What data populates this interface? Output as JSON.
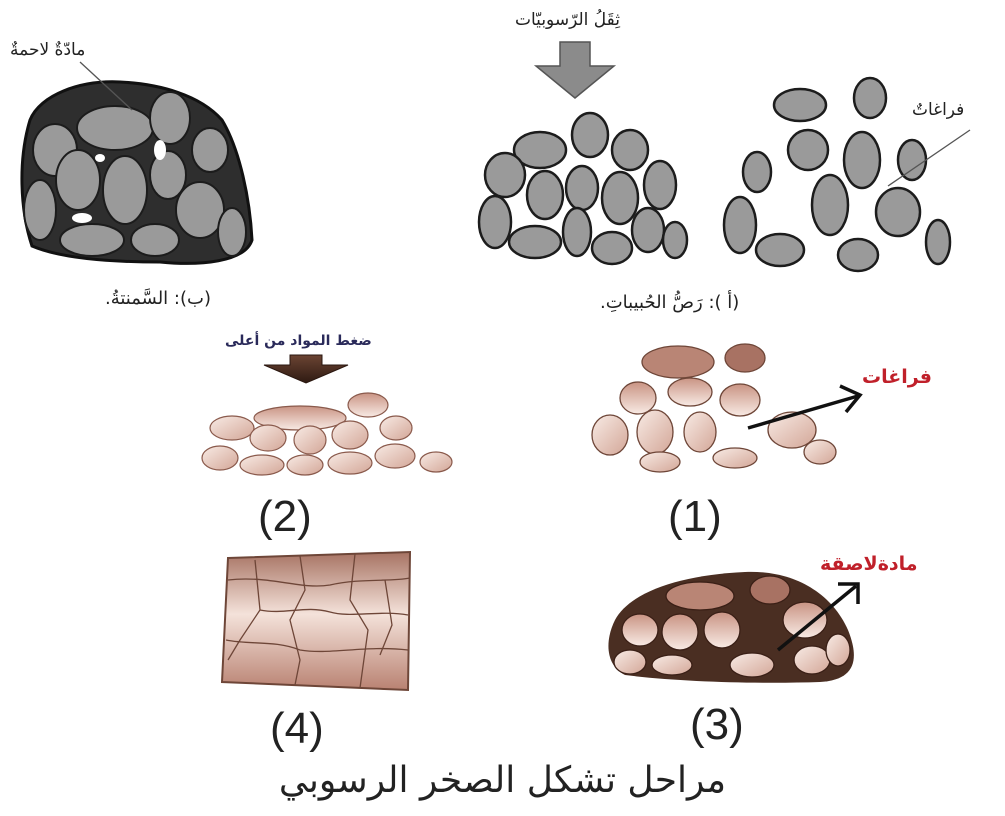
{
  "diagram": {
    "title": "مراحل تشكل الصخر الرسوبي",
    "top_panels": {
      "cementation": {
        "caption": "(ب): السَّمنتةُ.",
        "pointer_label": "مادّةٌ لاحمةٌ"
      },
      "compaction": {
        "caption": "(أ ): رَصُّ الحُبيباتِ.",
        "pressure_label": "ثِقَلُ الرّسوبيّات",
        "pointer_label": "فراغاتٌ"
      }
    },
    "steps": [
      {
        "number": "(1)",
        "label": "فراغات"
      },
      {
        "number": "(2)",
        "label": "ضغط المواد من أعلى"
      },
      {
        "number": "(3)",
        "label": "مادةلاصقة"
      },
      {
        "number": "(4)",
        "label": ""
      }
    ],
    "colors": {
      "gray_grain": "#9a9a9a",
      "gray_outline": "#222222",
      "cement": "#2e2e2e",
      "pink_grain_light": "#f6e4dc",
      "pink_grain_dark": "#b77d6e",
      "label_red": "#c0202a",
      "arrow_dark": "#4a2e22"
    }
  }
}
